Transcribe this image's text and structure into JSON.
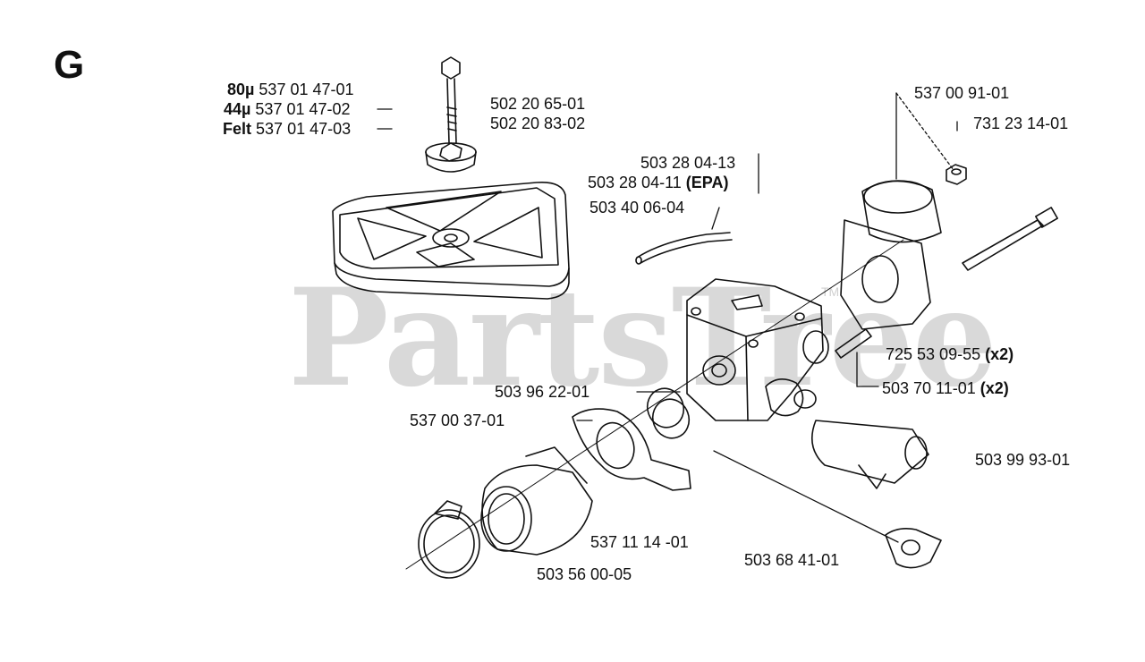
{
  "section_letter": "G",
  "watermark": "PartsTree",
  "watermark_tm": "TM",
  "labels": {
    "filter_80": {
      "prefix": "80µ",
      "number": "537 01 47-01"
    },
    "filter_44": {
      "prefix": "44µ",
      "number": "537 01 47-02"
    },
    "filter_felt": {
      "prefix": "Felt",
      "number": "537 01 47-03"
    },
    "bolt_a": "502 20 65-01",
    "bolt_b": "502 20 83-02",
    "hose_a": "503 28 04-13",
    "hose_b": {
      "number": "503 28 04-11",
      "suffix": "(EPA)"
    },
    "hose_c": "503 40 06-04",
    "gasket_top": "537 00 91-01",
    "nut": "731 23 14-01",
    "screw": {
      "number": "725 53 09-55",
      "suffix": "(x2)"
    },
    "pin": {
      "number": "503 70 11-01",
      "suffix": "(x2)"
    },
    "ring": "503 96 22-01",
    "flange": "537 00 37-01",
    "intake": "537 11 14 -01",
    "clamp": "503 56 00-05",
    "rod": "503 99 93-01",
    "grommet": "503 68 41-01"
  }
}
